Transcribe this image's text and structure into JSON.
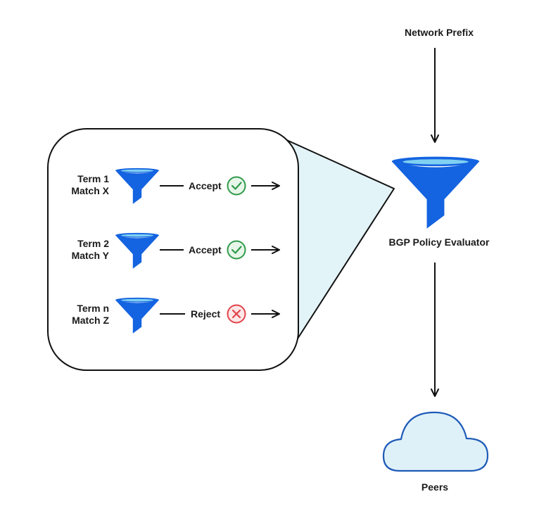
{
  "diagram": {
    "input_label": "Network Prefix",
    "evaluator_label": "BGP Policy Evaluator",
    "output_label": "Peers",
    "terms": [
      {
        "term": "Term 1",
        "match": "Match X",
        "action": "Accept",
        "status_icon": "check-circle-icon"
      },
      {
        "term": "Term 2",
        "match": "Match Y",
        "action": "Accept",
        "status_icon": "check-circle-icon"
      },
      {
        "term": "Term n",
        "match": "Match Z",
        "action": "Reject",
        "status_icon": "x-circle-icon"
      }
    ]
  },
  "colors": {
    "funnel_blue": "#1463e0",
    "funnel_rim": "#7fd0f2",
    "zoom_fill": "#e3f4f9",
    "cloud_fill": "#dff1f8",
    "cloud_stroke": "#1e5bb8",
    "accept_green": "#2e9a4a",
    "accept_fill": "#e8f6ea",
    "reject_red": "#e2434b",
    "reject_fill": "#fde7e8",
    "line_color": "#111111"
  }
}
